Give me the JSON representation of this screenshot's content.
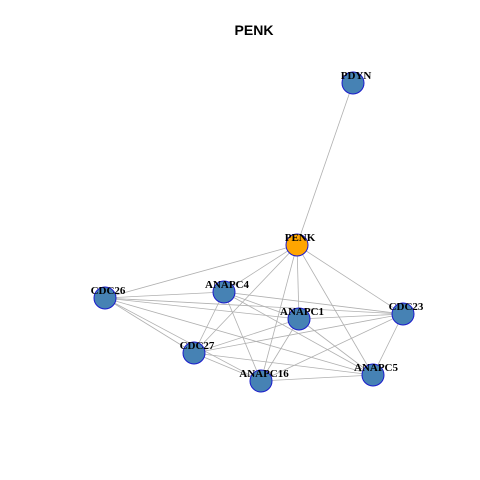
{
  "title": "PENK",
  "colors": {
    "focus_node": "#FFA500",
    "default_node": "#4682B4",
    "node_border": "#1A1ACC",
    "edge": "#B0B0B0"
  },
  "nodes": [
    {
      "id": "PDYN",
      "label": "PDYN",
      "focus": false
    },
    {
      "id": "PENK",
      "label": "PENK",
      "focus": true
    },
    {
      "id": "CDC26",
      "label": "CDC26",
      "focus": false
    },
    {
      "id": "ANAPC4",
      "label": "ANAPC4",
      "focus": false
    },
    {
      "id": "ANAPC1",
      "label": "ANAPC1",
      "focus": false
    },
    {
      "id": "CDC23",
      "label": "CDC23",
      "focus": false
    },
    {
      "id": "CDC27",
      "label": "CDC27",
      "focus": false
    },
    {
      "id": "ANAPC16",
      "label": "ANAPC16",
      "focus": false
    },
    {
      "id": "ANAPC5",
      "label": "ANAPC5",
      "focus": false
    }
  ],
  "edges": [
    [
      "PDYN",
      "PENK"
    ],
    [
      "PENK",
      "CDC26"
    ],
    [
      "PENK",
      "ANAPC4"
    ],
    [
      "PENK",
      "ANAPC1"
    ],
    [
      "PENK",
      "CDC23"
    ],
    [
      "PENK",
      "CDC27"
    ],
    [
      "PENK",
      "ANAPC16"
    ],
    [
      "PENK",
      "ANAPC5"
    ],
    [
      "CDC26",
      "ANAPC4"
    ],
    [
      "CDC26",
      "ANAPC1"
    ],
    [
      "CDC26",
      "CDC23"
    ],
    [
      "CDC26",
      "CDC27"
    ],
    [
      "CDC26",
      "ANAPC16"
    ],
    [
      "CDC26",
      "ANAPC5"
    ],
    [
      "ANAPC4",
      "ANAPC1"
    ],
    [
      "ANAPC4",
      "CDC23"
    ],
    [
      "ANAPC4",
      "CDC27"
    ],
    [
      "ANAPC4",
      "ANAPC16"
    ],
    [
      "ANAPC4",
      "ANAPC5"
    ],
    [
      "ANAPC1",
      "CDC23"
    ],
    [
      "ANAPC1",
      "CDC27"
    ],
    [
      "ANAPC1",
      "ANAPC16"
    ],
    [
      "ANAPC1",
      "ANAPC5"
    ],
    [
      "CDC23",
      "CDC27"
    ],
    [
      "CDC23",
      "ANAPC16"
    ],
    [
      "CDC23",
      "ANAPC5"
    ],
    [
      "CDC27",
      "ANAPC16"
    ],
    [
      "CDC27",
      "ANAPC5"
    ],
    [
      "ANAPC16",
      "ANAPC5"
    ]
  ]
}
